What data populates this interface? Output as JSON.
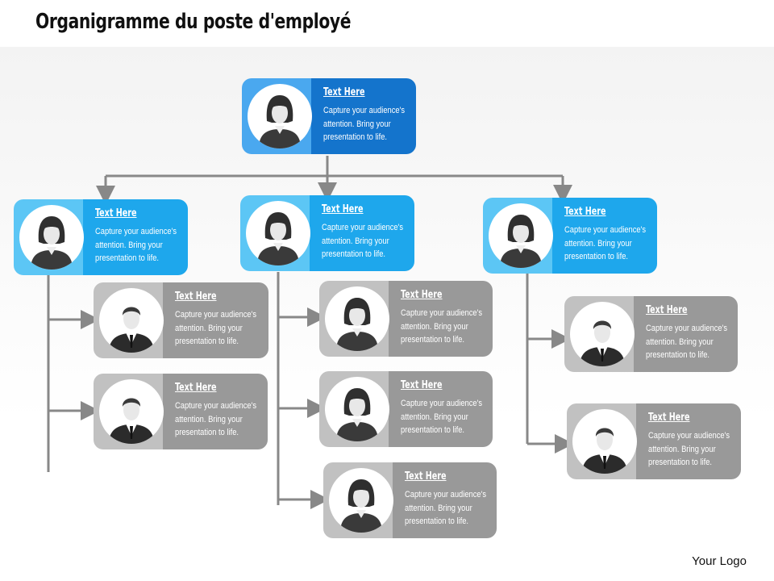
{
  "title": "Organigramme du poste d'employé",
  "logo": "Your Logo",
  "colors": {
    "top_left": "#4aa8ef",
    "top_right": "#1474cc",
    "mid_left": "#5cc6f5",
    "mid_right": "#1ea7ec",
    "sub_left": "#c1c1c1",
    "sub_right": "#999999",
    "connector": "#888888"
  },
  "nodes": [
    {
      "id": "top",
      "level": 0,
      "heading": "Text Here",
      "text": "Capture your audience's attention. Bring your presentation to life.",
      "icon": "woman-avatar-icon"
    },
    {
      "id": "m1",
      "level": 1,
      "heading": "Text Here",
      "text": "Capture your audience's attention. Bring your presentation to life.",
      "icon": "woman-avatar-icon"
    },
    {
      "id": "m2",
      "level": 1,
      "heading": "Text Here",
      "text": "Capture your audience's attention. Bring your presentation to life.",
      "icon": "woman-avatar-icon"
    },
    {
      "id": "m3",
      "level": 1,
      "heading": "Text Here",
      "text": "Capture your audience's attention. Bring your presentation to life.",
      "icon": "woman-avatar-icon"
    },
    {
      "id": "s1a",
      "level": 2,
      "heading": "Text Here",
      "text": "Capture your audience's attention. Bring your presentation to life.",
      "icon": "man-avatar-icon"
    },
    {
      "id": "s1b",
      "level": 2,
      "heading": "Text Here",
      "text": "Capture your audience's attention. Bring your presentation to life.",
      "icon": "man-avatar-icon"
    },
    {
      "id": "s2a",
      "level": 2,
      "heading": "Text Here",
      "text": "Capture your audience's attention. Bring your presentation to life.",
      "icon": "woman-avatar-icon"
    },
    {
      "id": "s2b",
      "level": 2,
      "heading": "Text Here",
      "text": "Capture your audience's attention. Bring your presentation to life.",
      "icon": "woman-avatar-icon"
    },
    {
      "id": "s2c",
      "level": 2,
      "heading": "Text Here",
      "text": "Capture your audience's attention. Bring your presentation to life.",
      "icon": "woman-avatar-icon"
    },
    {
      "id": "s3a",
      "level": 2,
      "heading": "Text Here",
      "text": "Capture your audience's attention. Bring your presentation to life.",
      "icon": "man-avatar-icon"
    },
    {
      "id": "s3b",
      "level": 2,
      "heading": "Text Here",
      "text": "Capture your audience's attention. Bring your presentation to life.",
      "icon": "man-avatar-icon"
    }
  ]
}
